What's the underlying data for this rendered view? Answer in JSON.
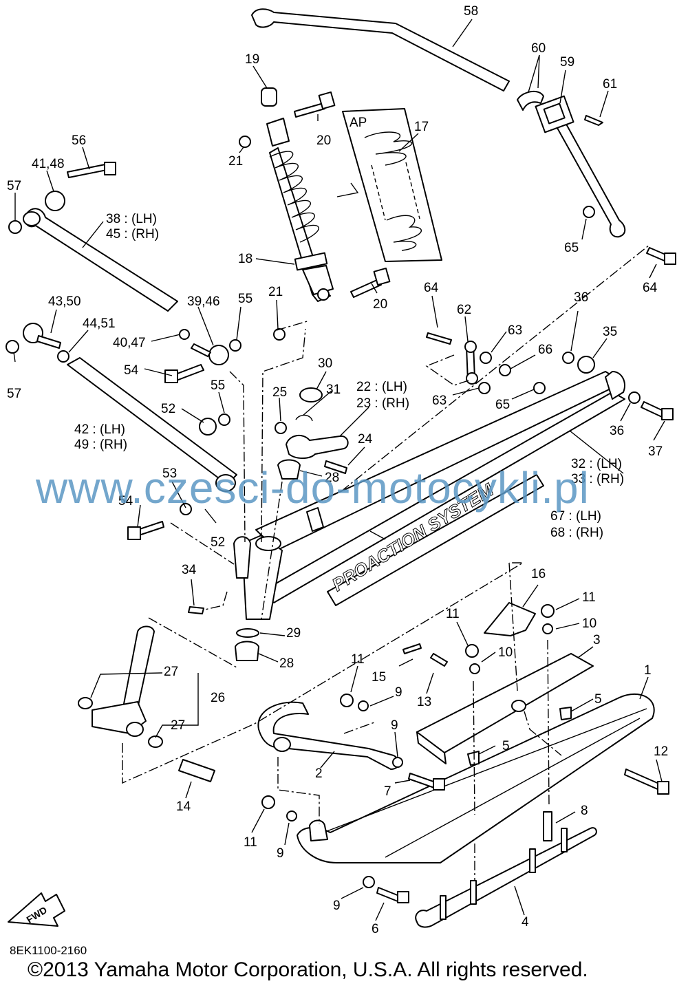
{
  "watermark": "www.czesci-do-motocykli.pl",
  "diagram_code": "8EK1100-2160",
  "copyright": "©2013 Yamaha Motor Corporation, U.S.A. All rights reserved.",
  "stamp_text": "PROACTION SYSTEM",
  "ap_label": "AP",
  "fwd_label": "FWD",
  "part_labels": [
    {
      "id": "l58",
      "text": "58"
    },
    {
      "id": "l60",
      "text": "60"
    },
    {
      "id": "l59",
      "text": "59"
    },
    {
      "id": "l61",
      "text": "61"
    },
    {
      "id": "l19",
      "text": "19"
    },
    {
      "id": "l20a",
      "text": "20"
    },
    {
      "id": "l21a",
      "text": "21"
    },
    {
      "id": "l17",
      "text": "17"
    },
    {
      "id": "l56",
      "text": "56"
    },
    {
      "id": "l4148",
      "text": "41,48"
    },
    {
      "id": "l57a",
      "text": "57"
    },
    {
      "id": "l38",
      "text": "38 : (LH)"
    },
    {
      "id": "l45",
      "text": "45 : (RH)"
    },
    {
      "id": "l65a",
      "text": "65"
    },
    {
      "id": "l64a",
      "text": "64"
    },
    {
      "id": "l18",
      "text": "18"
    },
    {
      "id": "l21b",
      "text": "21"
    },
    {
      "id": "l20b",
      "text": "20"
    },
    {
      "id": "l64b",
      "text": "64"
    },
    {
      "id": "l62",
      "text": "62"
    },
    {
      "id": "l4350",
      "text": "43,50"
    },
    {
      "id": "l3946",
      "text": "39,46"
    },
    {
      "id": "l55a",
      "text": "55"
    },
    {
      "id": "l4451",
      "text": "44,51"
    },
    {
      "id": "l4047",
      "text": "40,47"
    },
    {
      "id": "l63a",
      "text": "63"
    },
    {
      "id": "l36a",
      "text": "36"
    },
    {
      "id": "l35",
      "text": "35"
    },
    {
      "id": "l66",
      "text": "66"
    },
    {
      "id": "l57b",
      "text": "57"
    },
    {
      "id": "l54a",
      "text": "54"
    },
    {
      "id": "l30",
      "text": "30"
    },
    {
      "id": "l31",
      "text": "31"
    },
    {
      "id": "l22",
      "text": "22 : (LH)"
    },
    {
      "id": "l23",
      "text": "23 : (RH)"
    },
    {
      "id": "l55b",
      "text": "55"
    },
    {
      "id": "l25",
      "text": "25"
    },
    {
      "id": "l63b",
      "text": "63"
    },
    {
      "id": "l65b",
      "text": "65"
    },
    {
      "id": "l52a",
      "text": "52"
    },
    {
      "id": "l36b",
      "text": "36"
    },
    {
      "id": "l37",
      "text": "37"
    },
    {
      "id": "l42",
      "text": "42 : (LH)"
    },
    {
      "id": "l49",
      "text": "49 : (RH)"
    },
    {
      "id": "l24",
      "text": "24"
    },
    {
      "id": "l32",
      "text": "32 : (LH)"
    },
    {
      "id": "l33",
      "text": "33 : (RH)"
    },
    {
      "id": "l28a",
      "text": "28"
    },
    {
      "id": "l53",
      "text": "53"
    },
    {
      "id": "l54b",
      "text": "54"
    },
    {
      "id": "l67",
      "text": "67 : (LH)"
    },
    {
      "id": "l68",
      "text": "68 : (RH)"
    },
    {
      "id": "l52b",
      "text": "52"
    },
    {
      "id": "l34",
      "text": "34"
    },
    {
      "id": "l16",
      "text": "16"
    },
    {
      "id": "l11a",
      "text": "11"
    },
    {
      "id": "l10a",
      "text": "10"
    },
    {
      "id": "l11b",
      "text": "11"
    },
    {
      "id": "l29",
      "text": "29"
    },
    {
      "id": "l3",
      "text": "3"
    },
    {
      "id": "l28b",
      "text": "28"
    },
    {
      "id": "l10b",
      "text": "10"
    },
    {
      "id": "l27a",
      "text": "27"
    },
    {
      "id": "l11c",
      "text": "11"
    },
    {
      "id": "l15",
      "text": "15"
    },
    {
      "id": "l1",
      "text": "1"
    },
    {
      "id": "l26",
      "text": "26"
    },
    {
      "id": "l9a",
      "text": "9"
    },
    {
      "id": "l13",
      "text": "13"
    },
    {
      "id": "l5a",
      "text": "5"
    },
    {
      "id": "l27b",
      "text": "27"
    },
    {
      "id": "l9b",
      "text": "9"
    },
    {
      "id": "l5b",
      "text": "5"
    },
    {
      "id": "l12",
      "text": "12"
    },
    {
      "id": "l2",
      "text": "2"
    },
    {
      "id": "l7",
      "text": "7"
    },
    {
      "id": "l14",
      "text": "14"
    },
    {
      "id": "l8",
      "text": "8"
    },
    {
      "id": "l11d",
      "text": "11"
    },
    {
      "id": "l9c",
      "text": "9"
    },
    {
      "id": "l9d",
      "text": "9"
    },
    {
      "id": "l4",
      "text": "4"
    },
    {
      "id": "l6",
      "text": "6"
    }
  ]
}
